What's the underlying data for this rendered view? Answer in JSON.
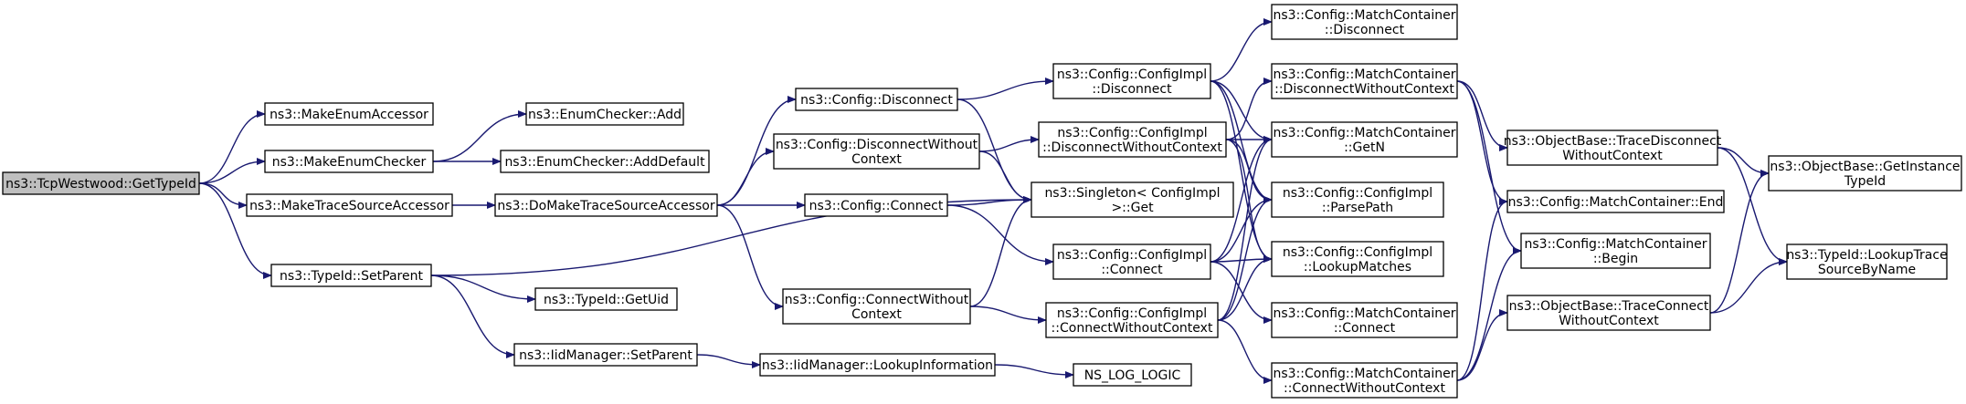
{
  "colors": {
    "edge": "#191970",
    "node_border": "#000000",
    "node_fill": "#ffffff",
    "root_fill": "#bfbfbf"
  },
  "nodes": [
    {
      "id": "getTypeId",
      "lines": [
        "ns3::TcpWestwood::GetTypeId"
      ],
      "root": true
    },
    {
      "id": "makeEnumAccessor",
      "lines": [
        "ns3::MakeEnumAccessor"
      ]
    },
    {
      "id": "makeEnumChecker",
      "lines": [
        "ns3::MakeEnumChecker"
      ]
    },
    {
      "id": "makeTraceSourceAccessor",
      "lines": [
        "ns3::MakeTraceSourceAccessor"
      ]
    },
    {
      "id": "typeIdSetParent",
      "lines": [
        "ns3::TypeId::SetParent"
      ]
    },
    {
      "id": "enumCheckerAdd",
      "lines": [
        "ns3::EnumChecker::Add"
      ]
    },
    {
      "id": "enumCheckerAddDefault",
      "lines": [
        "ns3::EnumChecker::AddDefault"
      ]
    },
    {
      "id": "doMakeTraceSourceAccessor",
      "lines": [
        "ns3::DoMakeTraceSourceAccessor"
      ]
    },
    {
      "id": "typeIdGetUid",
      "lines": [
        "ns3::TypeId::GetUid"
      ]
    },
    {
      "id": "iidManagerSetParent",
      "lines": [
        "ns3::IidManager::SetParent"
      ]
    },
    {
      "id": "configDisconnect",
      "lines": [
        "ns3::Config::Disconnect"
      ]
    },
    {
      "id": "configDisconnectWithoutContext",
      "lines": [
        "ns3::Config::DisconnectWithout",
        "Context"
      ]
    },
    {
      "id": "configConnect",
      "lines": [
        "ns3::Config::Connect"
      ]
    },
    {
      "id": "configConnectWithoutContext",
      "lines": [
        "ns3::Config::ConnectWithout",
        "Context"
      ]
    },
    {
      "id": "iidManagerLookupInformation",
      "lines": [
        "ns3::IidManager::LookupInformation"
      ]
    },
    {
      "id": "implDisconnect",
      "lines": [
        "ns3::Config::ConfigImpl",
        "::Disconnect"
      ]
    },
    {
      "id": "implDisconnectWithoutContext",
      "lines": [
        "ns3::Config::ConfigImpl",
        "::DisconnectWithoutContext"
      ]
    },
    {
      "id": "singletonGet",
      "lines": [
        "ns3::Singleton< ConfigImpl",
        ">::Get"
      ]
    },
    {
      "id": "implConnect",
      "lines": [
        "ns3::Config::ConfigImpl",
        "::Connect"
      ]
    },
    {
      "id": "implConnectWithoutContext",
      "lines": [
        "ns3::Config::ConfigImpl",
        "::ConnectWithoutContext"
      ]
    },
    {
      "id": "nsLogLogic",
      "lines": [
        "NS_LOG_LOGIC"
      ]
    },
    {
      "id": "mcDisconnect",
      "lines": [
        "ns3::Config::MatchContainer",
        "::Disconnect"
      ]
    },
    {
      "id": "mcDisconnectWithoutContext",
      "lines": [
        "ns3::Config::MatchContainer",
        "::DisconnectWithoutContext"
      ]
    },
    {
      "id": "mcGetN",
      "lines": [
        "ns3::Config::MatchContainer",
        "::GetN"
      ]
    },
    {
      "id": "implParsePath",
      "lines": [
        "ns3::Config::ConfigImpl",
        "::ParsePath"
      ]
    },
    {
      "id": "implLookupMatches",
      "lines": [
        "ns3::Config::ConfigImpl",
        "::LookupMatches"
      ]
    },
    {
      "id": "mcConnect",
      "lines": [
        "ns3::Config::MatchContainer",
        "::Connect"
      ]
    },
    {
      "id": "mcConnectWithoutContext",
      "lines": [
        "ns3::Config::MatchContainer",
        "::ConnectWithoutContext"
      ]
    },
    {
      "id": "objTraceDisconnect",
      "lines": [
        "ns3::ObjectBase::TraceDisconnect",
        "WithoutContext"
      ]
    },
    {
      "id": "mcEnd",
      "lines": [
        "ns3::Config::MatchContainer::End"
      ]
    },
    {
      "id": "mcBegin",
      "lines": [
        "ns3::Config::MatchContainer",
        "::Begin"
      ]
    },
    {
      "id": "objTraceConnect",
      "lines": [
        "ns3::ObjectBase::TraceConnect",
        "WithoutContext"
      ]
    },
    {
      "id": "objGetInstanceTypeId",
      "lines": [
        "ns3::ObjectBase::GetInstance",
        "TypeId"
      ]
    },
    {
      "id": "typeIdLookupTraceSourceByName",
      "lines": [
        "ns3::TypeId::LookupTrace",
        "SourceByName"
      ]
    }
  ],
  "edges": [
    [
      "getTypeId",
      "makeEnumAccessor"
    ],
    [
      "getTypeId",
      "makeEnumChecker"
    ],
    [
      "getTypeId",
      "makeTraceSourceAccessor"
    ],
    [
      "getTypeId",
      "typeIdSetParent"
    ],
    [
      "makeEnumChecker",
      "enumCheckerAdd"
    ],
    [
      "makeEnumChecker",
      "enumCheckerAddDefault"
    ],
    [
      "makeTraceSourceAccessor",
      "doMakeTraceSourceAccessor"
    ],
    [
      "typeIdSetParent",
      "singletonGet"
    ],
    [
      "typeIdSetParent",
      "typeIdGetUid"
    ],
    [
      "typeIdSetParent",
      "iidManagerSetParent"
    ],
    [
      "iidManagerSetParent",
      "iidManagerLookupInformation"
    ],
    [
      "iidManagerLookupInformation",
      "nsLogLogic"
    ],
    [
      "doMakeTraceSourceAccessor",
      "configDisconnect"
    ],
    [
      "doMakeTraceSourceAccessor",
      "configDisconnectWithoutContext"
    ],
    [
      "doMakeTraceSourceAccessor",
      "configConnect"
    ],
    [
      "doMakeTraceSourceAccessor",
      "configConnectWithoutContext"
    ],
    [
      "configDisconnect",
      "implDisconnect"
    ],
    [
      "configDisconnect",
      "singletonGet"
    ],
    [
      "configDisconnectWithoutContext",
      "implDisconnectWithoutContext"
    ],
    [
      "configDisconnectWithoutContext",
      "singletonGet"
    ],
    [
      "configConnect",
      "singletonGet"
    ],
    [
      "configConnect",
      "implConnect"
    ],
    [
      "configConnectWithoutContext",
      "singletonGet"
    ],
    [
      "configConnectWithoutContext",
      "implConnectWithoutContext"
    ],
    [
      "implDisconnect",
      "mcDisconnect"
    ],
    [
      "implDisconnect",
      "mcGetN"
    ],
    [
      "implDisconnect",
      "implParsePath"
    ],
    [
      "implDisconnect",
      "implLookupMatches"
    ],
    [
      "implDisconnectWithoutContext",
      "mcDisconnectWithoutContext"
    ],
    [
      "implDisconnectWithoutContext",
      "mcGetN"
    ],
    [
      "implDisconnectWithoutContext",
      "implParsePath"
    ],
    [
      "implDisconnectWithoutContext",
      "implLookupMatches"
    ],
    [
      "implConnect",
      "mcGetN"
    ],
    [
      "implConnect",
      "implParsePath"
    ],
    [
      "implConnect",
      "implLookupMatches"
    ],
    [
      "implConnect",
      "mcConnect"
    ],
    [
      "implConnectWithoutContext",
      "mcGetN"
    ],
    [
      "implConnectWithoutContext",
      "implParsePath"
    ],
    [
      "implConnectWithoutContext",
      "implLookupMatches"
    ],
    [
      "implConnectWithoutContext",
      "mcConnectWithoutContext"
    ],
    [
      "mcDisconnectWithoutContext",
      "objTraceDisconnect"
    ],
    [
      "mcDisconnectWithoutContext",
      "mcEnd"
    ],
    [
      "mcDisconnectWithoutContext",
      "mcBegin"
    ],
    [
      "mcConnectWithoutContext",
      "mcEnd"
    ],
    [
      "mcConnectWithoutContext",
      "mcBegin"
    ],
    [
      "mcConnectWithoutContext",
      "objTraceConnect"
    ],
    [
      "objTraceDisconnect",
      "objGetInstanceTypeId"
    ],
    [
      "objTraceDisconnect",
      "typeIdLookupTraceSourceByName"
    ],
    [
      "objTraceConnect",
      "objGetInstanceTypeId"
    ],
    [
      "objTraceConnect",
      "typeIdLookupTraceSourceByName"
    ]
  ]
}
